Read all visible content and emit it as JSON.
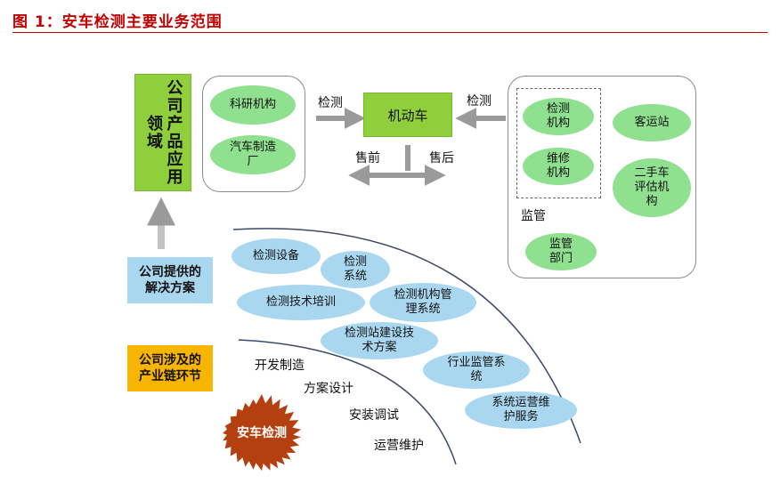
{
  "figure": {
    "title": "图 1：安车检测主要业务范围"
  },
  "product_domain": {
    "label": "公司产品应用领域"
  },
  "left_panel": {
    "items": [
      "科研机构",
      "汽车制造厂"
    ]
  },
  "center": {
    "vehicle": "机动车",
    "left_arrow_label": "检测",
    "right_arrow_label": "检测",
    "presale": "售前",
    "aftersale": "售后"
  },
  "right_panel": {
    "dashed_items": [
      "检测机构",
      "维修机构"
    ],
    "other_items": [
      "客运站",
      "二手车评估机构"
    ],
    "supervision_label": "监管",
    "supervision_dept": "监管部门"
  },
  "solutions": {
    "label": "公司提供的解决方案",
    "items": [
      "检测设备",
      "检测系统",
      "检测技术培训",
      "检测机构管理系统",
      "检测站建设技术方案",
      "行业监管系统",
      "系统运营维护服务"
    ]
  },
  "chain": {
    "label": "公司涉及的产业链环节",
    "items": [
      "开发制造",
      "方案设计",
      "安装调试",
      "运营维护"
    ]
  },
  "company": {
    "name": "安车检测"
  }
}
